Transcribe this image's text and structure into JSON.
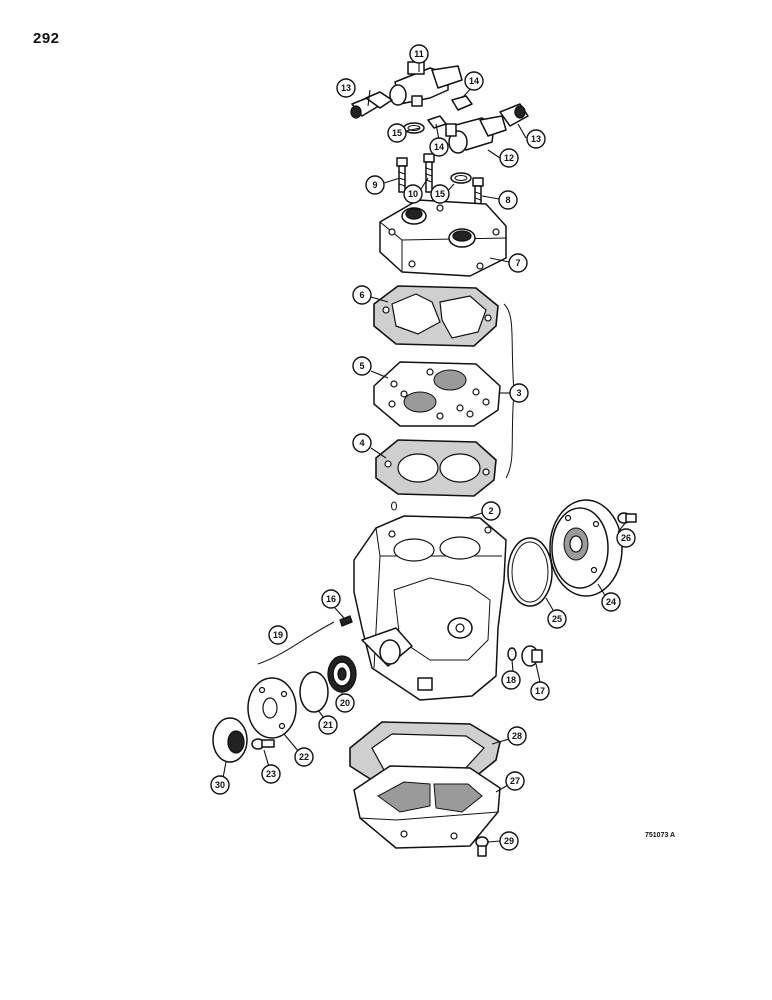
{
  "page": {
    "number": "292",
    "figure_code": "751073 A"
  },
  "callouts": [
    {
      "num": "2"
    },
    {
      "num": "3"
    },
    {
      "num": "4"
    },
    {
      "num": "5"
    },
    {
      "num": "6"
    },
    {
      "num": "7"
    },
    {
      "num": "8"
    },
    {
      "num": "9"
    },
    {
      "num": "10"
    },
    {
      "num": "11"
    },
    {
      "num": "12"
    },
    {
      "num": "13"
    },
    {
      "num": "13"
    },
    {
      "num": "14"
    },
    {
      "num": "14"
    },
    {
      "num": "15"
    },
    {
      "num": "15"
    },
    {
      "num": "16"
    },
    {
      "num": "17"
    },
    {
      "num": "18"
    },
    {
      "num": "19"
    },
    {
      "num": "20"
    },
    {
      "num": "21"
    },
    {
      "num": "22"
    },
    {
      "num": "23"
    },
    {
      "num": "24"
    },
    {
      "num": "25"
    },
    {
      "num": "26"
    },
    {
      "num": "27"
    },
    {
      "num": "28"
    },
    {
      "num": "29"
    },
    {
      "num": "30"
    }
  ]
}
